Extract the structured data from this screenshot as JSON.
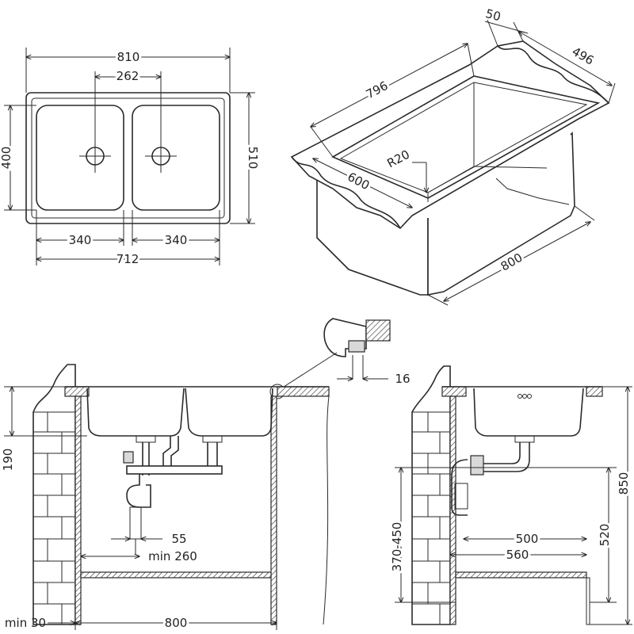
{
  "top_view": {
    "overall_width": "810",
    "drain_spacing": "262",
    "bowl_height": "400",
    "overall_depth": "510",
    "bowl_left_width": "340",
    "bowl_right_width": "340",
    "bowls_total_width": "712"
  },
  "cabinet_3d": {
    "frame_depth": "50",
    "depth": "496",
    "length": "796",
    "corner_radius": "R20",
    "width": "600",
    "cabinet_width": "800"
  },
  "detail": {
    "edge_thickness": "16"
  },
  "front_view": {
    "bowl_height": "190",
    "drain_offset": "55",
    "min_drain_distance": "min 260",
    "min_wall_gap": "min 30",
    "cabinet_width": "800"
  },
  "side_view": {
    "drain_height": "370-450",
    "drain_depth": "500",
    "cabinet_depth": "560",
    "trap_height": "520",
    "counter_height": "850"
  }
}
